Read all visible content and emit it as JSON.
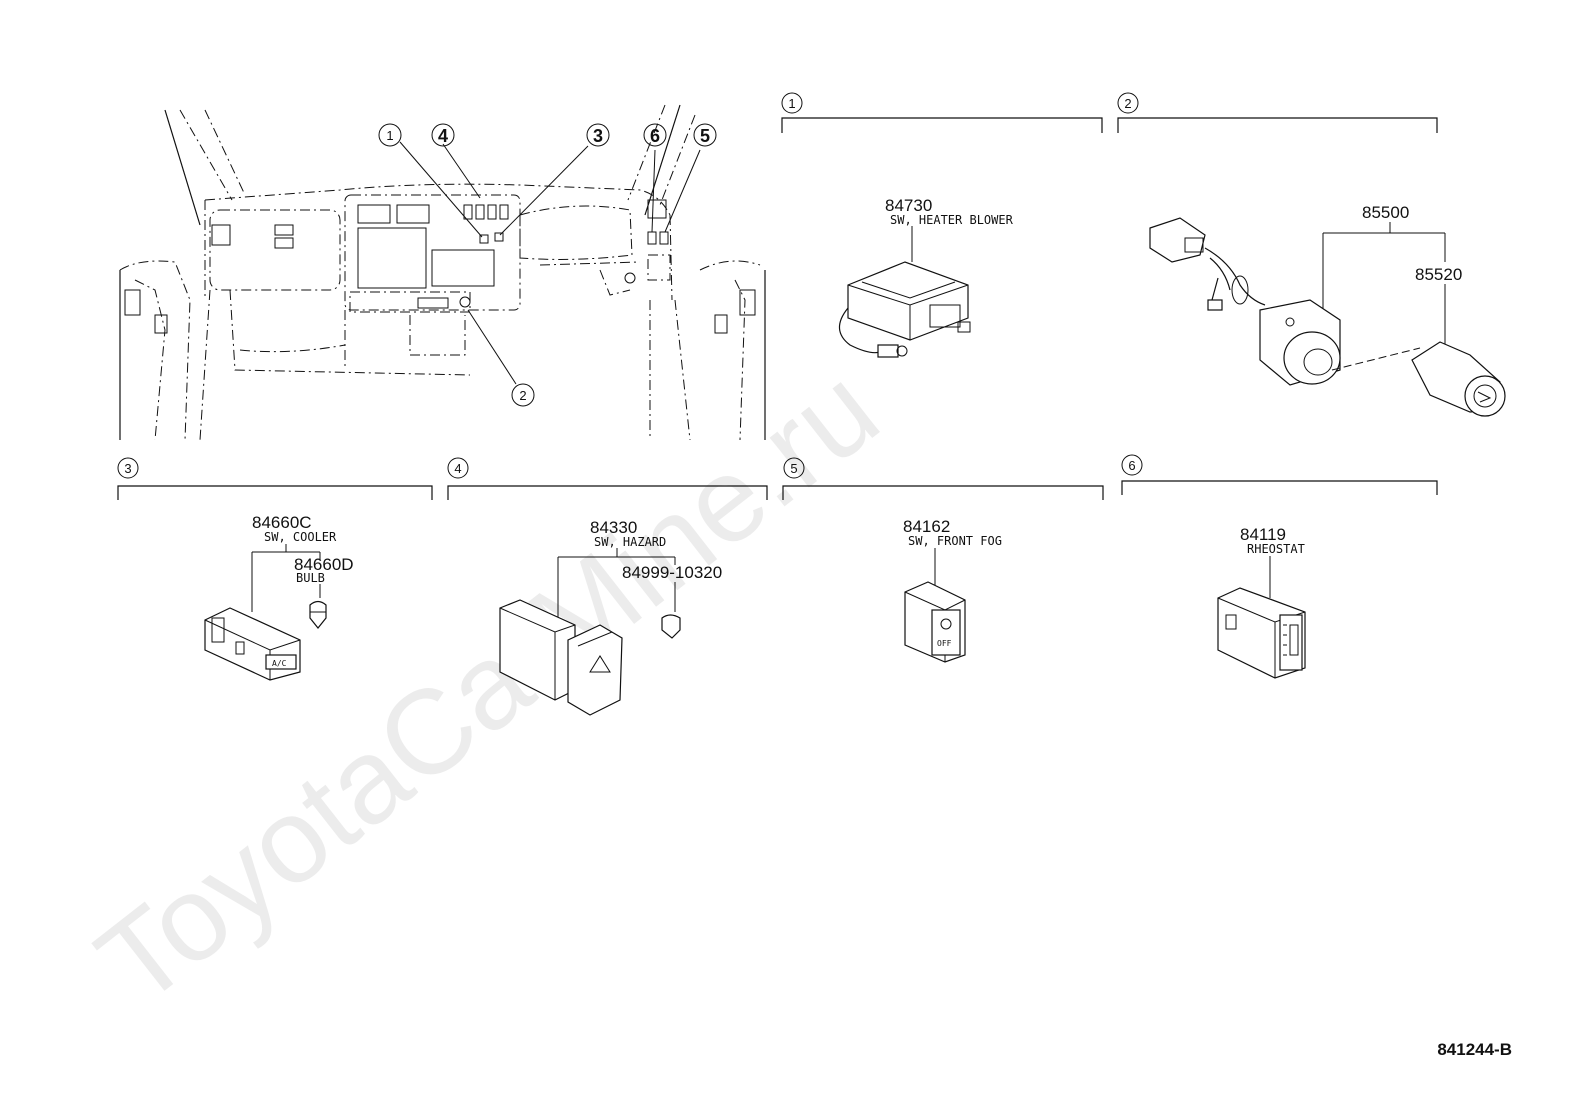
{
  "watermark": "ToyotaCarMine.ru",
  "reference_code": "841244-B",
  "dashboard_callouts": [
    "1",
    "2",
    "3",
    "4",
    "5",
    "6"
  ],
  "sections": [
    {
      "number": "1",
      "parts": [
        {
          "number": "84730",
          "description": "SW, HEATER BLOWER"
        }
      ]
    },
    {
      "number": "2",
      "parts": [
        {
          "number": "85500",
          "description": ""
        },
        {
          "number": "85520",
          "description": ""
        }
      ]
    },
    {
      "number": "3",
      "parts": [
        {
          "number": "84660C",
          "description": "SW, COOLER"
        },
        {
          "number": "84660D",
          "description": "BULB"
        }
      ]
    },
    {
      "number": "4",
      "parts": [
        {
          "number": "84330",
          "description": "SW, HAZARD"
        },
        {
          "number": "84999-10320",
          "description": ""
        }
      ]
    },
    {
      "number": "5",
      "parts": [
        {
          "number": "84162",
          "description": "SW, FRONT FOG"
        }
      ]
    },
    {
      "number": "6",
      "parts": [
        {
          "number": "84119",
          "description": "RHEOSTAT"
        }
      ]
    }
  ],
  "switch_face_labels": {
    "cooler": "A/C",
    "fog": "OFF"
  }
}
